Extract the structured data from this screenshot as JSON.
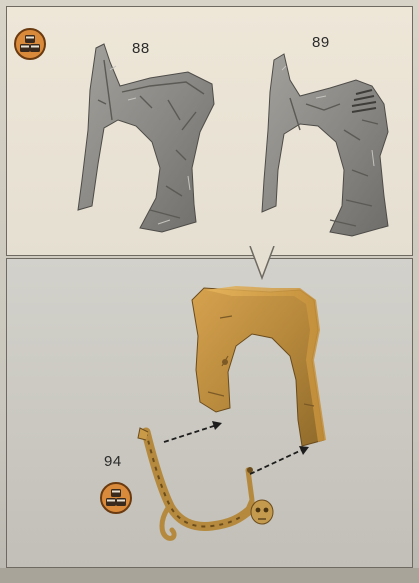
{
  "instruction_sheet": {
    "top_panel": {
      "parts": [
        {
          "number": "88"
        },
        {
          "number": "89"
        }
      ]
    },
    "bottom_panel": {
      "parts": [
        {
          "number": "94"
        }
      ]
    }
  },
  "icons": {
    "paint_badge_icon": "three-paint-pots-icon",
    "assembly_arrow_icon": "dashed-arrow-icon"
  },
  "colors": {
    "paper": "#e8e2d5",
    "plastic_part": "#8c8a86",
    "assembled_part": "#b7893c",
    "badge": "#d98a3a"
  }
}
